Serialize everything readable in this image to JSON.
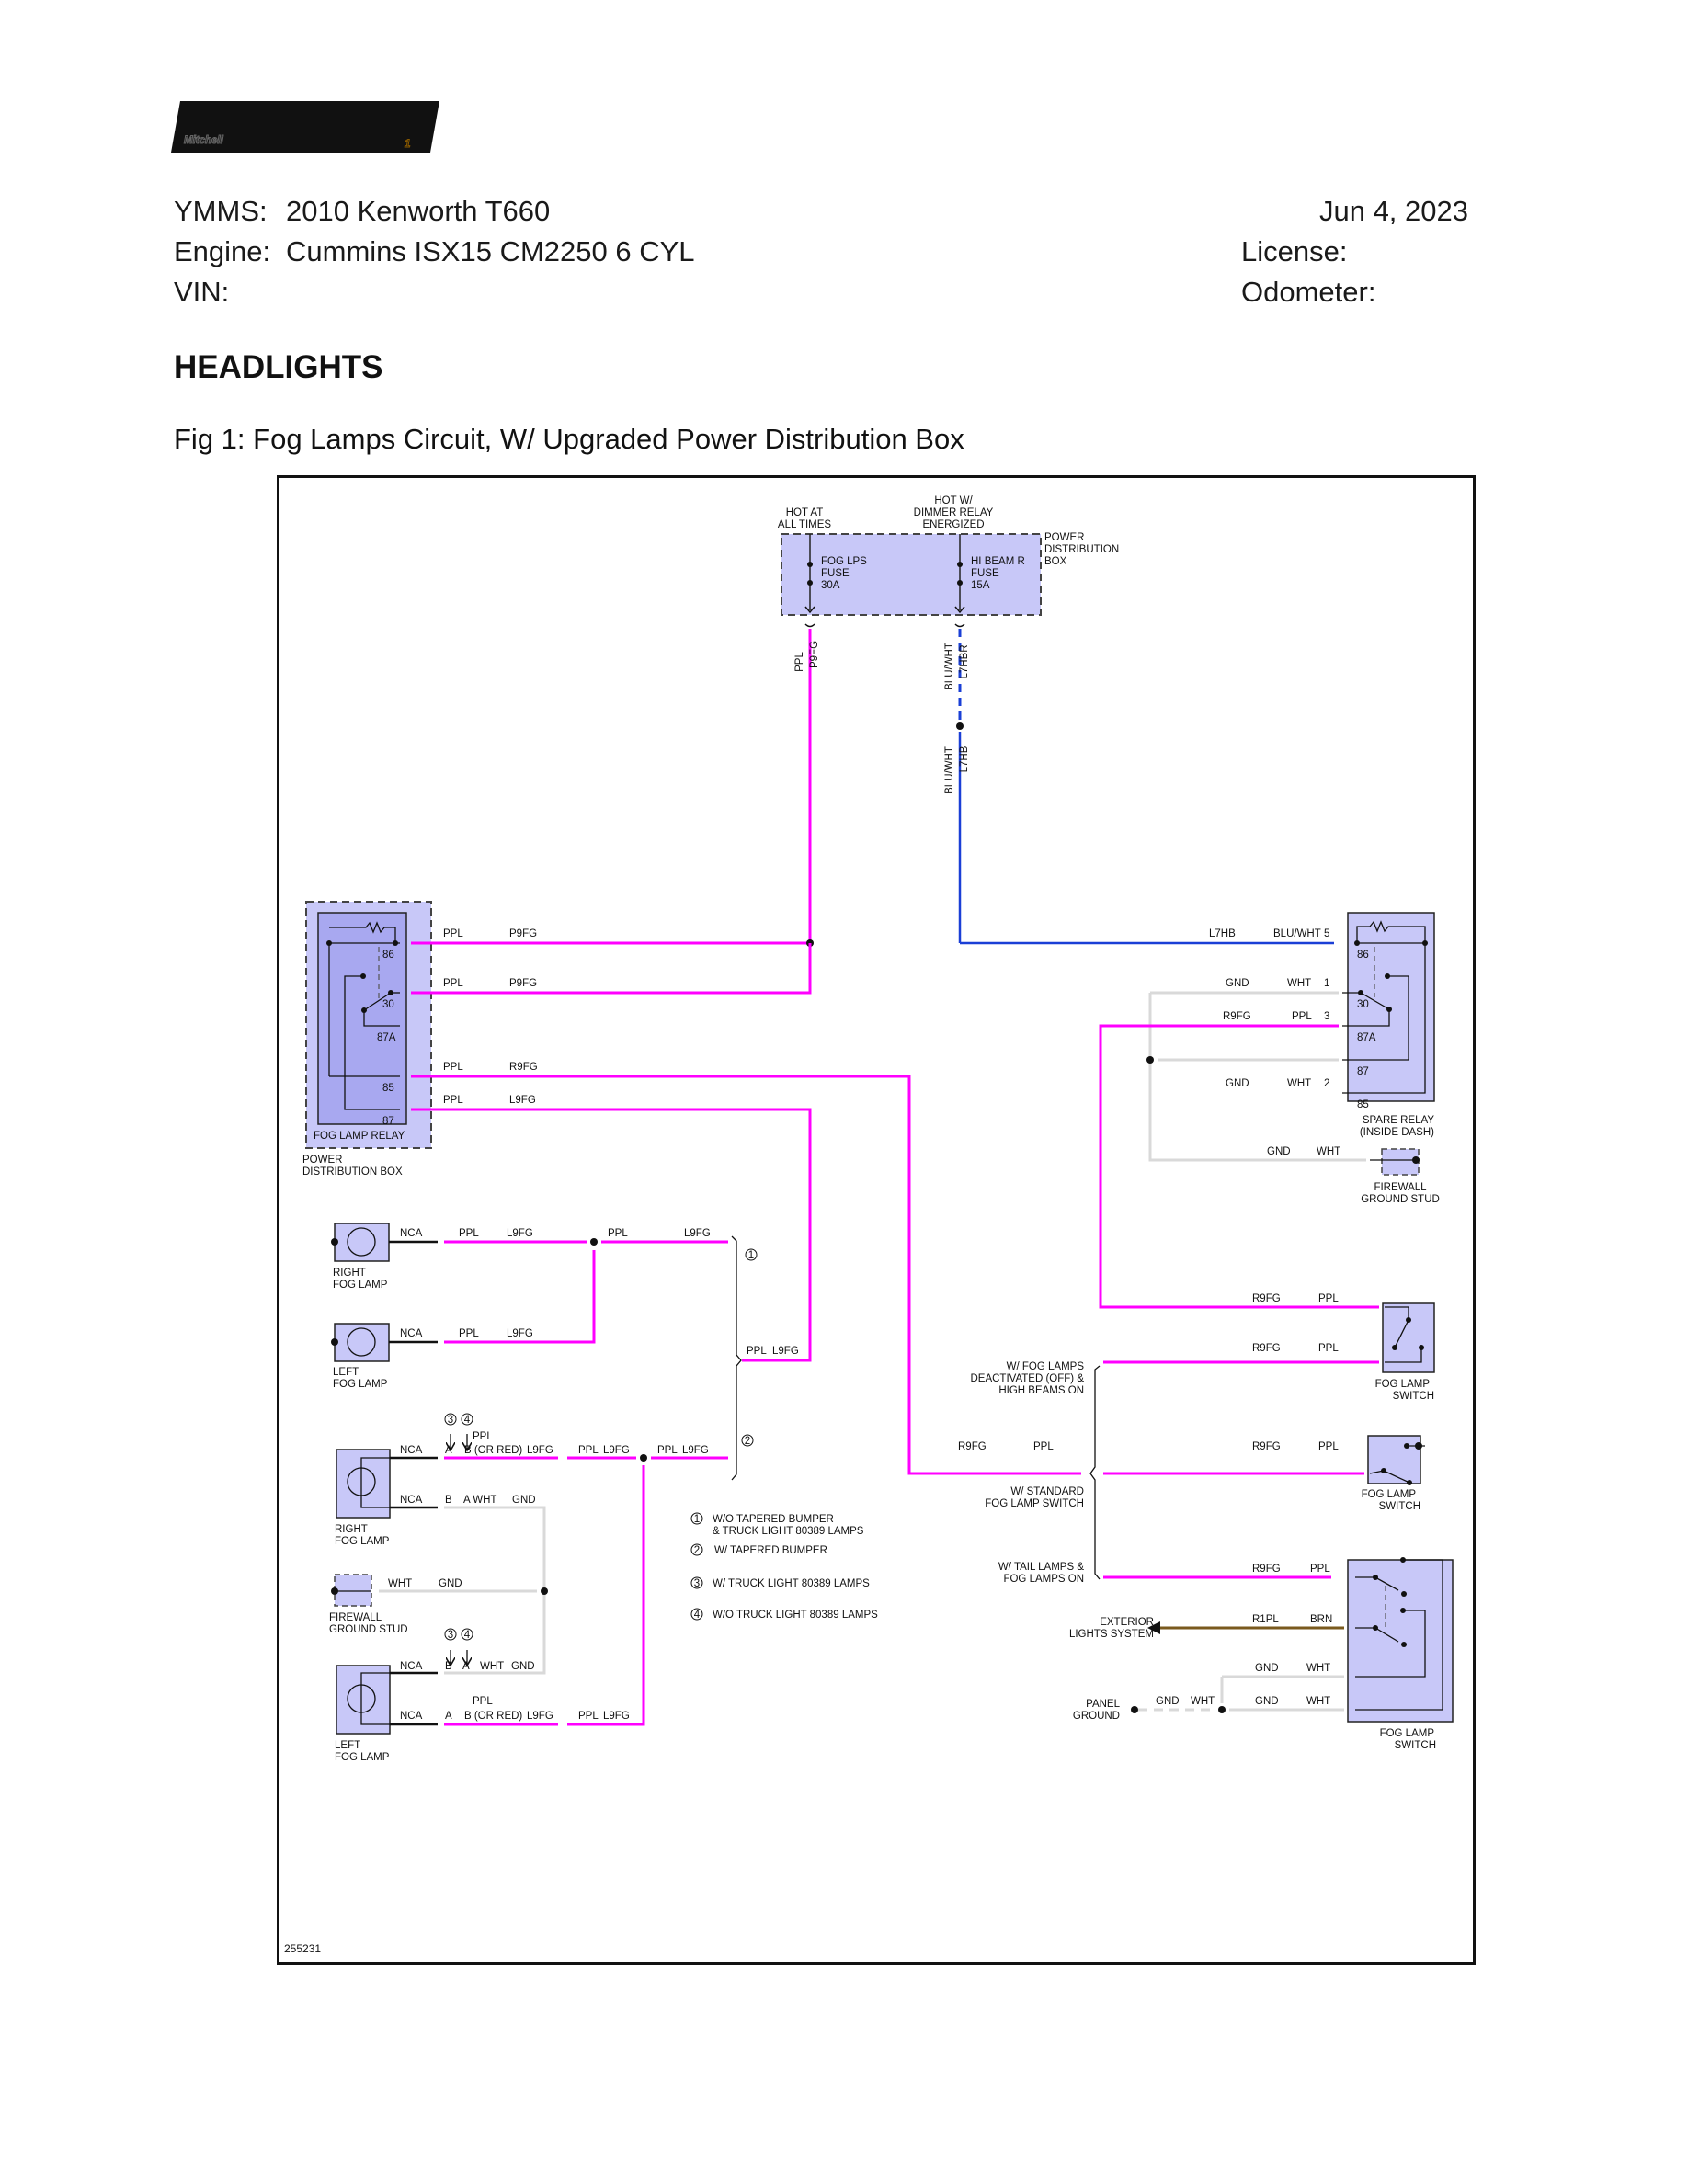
{
  "brand": {
    "logo_text": "Mitchell",
    "logo_mark": "1"
  },
  "header": {
    "ymms_label": "YMMS:",
    "ymms_value": "2010 Kenworth T660",
    "engine_label": "Engine:",
    "engine_value": "Cummins ISX15 CM2250 6 CYL",
    "vin_label": "VIN:",
    "vin_value": "",
    "date": "Jun 4, 2023",
    "license_label": "License:",
    "license_value": "",
    "odometer_label": "Odometer:",
    "odometer_value": ""
  },
  "section_title": "HEADLIGHTS",
  "figure": {
    "caption": "Fig 1: Fog Lamps Circuit, W/ Upgraded Power Distribution Box",
    "id": "255231"
  },
  "colors": {
    "ppl": "#ff00ff",
    "blu_wht": "#1a3fd6",
    "wht": "#d9d9d9",
    "brn": "#7a5a1e",
    "component_fill": "#c8c8f8",
    "relay_fill": "#a8a8f0"
  },
  "pdb": {
    "hot_at_all_times": [
      "HOT AT",
      "ALL TIMES"
    ],
    "hot_dimmer": [
      "HOT W/",
      "DIMMER RELAY",
      "ENERGIZED"
    ],
    "label": [
      "POWER",
      "DISTRIBUTION",
      "BOX"
    ],
    "fuse1": [
      "FOG LPS",
      "FUSE",
      "30A"
    ],
    "fuse2": [
      "HI BEAM R",
      "FUSE",
      "15A"
    ],
    "wire1": [
      "PPL",
      "P9FG"
    ],
    "wire2": [
      "BLU/WHT",
      "L7HBR"
    ],
    "wire3": [
      "BLU/WHT",
      "L7HB"
    ]
  },
  "fog_relay": {
    "title": "FOG LAMP RELAY",
    "box_label": [
      "POWER",
      "DISTRIBUTION BOX"
    ],
    "pins": [
      "86",
      "30",
      "87A",
      "85",
      "87"
    ],
    "wires": [
      {
        "color": "PPL",
        "circuit": "P9FG"
      },
      {
        "color": "PPL",
        "circuit": "P9FG"
      },
      {
        "color": "PPL",
        "circuit": "R9FG"
      },
      {
        "color": "PPL",
        "circuit": "L9FG"
      }
    ]
  },
  "spare_relay": {
    "title": [
      "SPARE RELAY",
      "(INSIDE DASH)"
    ],
    "pins": [
      "86",
      "30",
      "87A",
      "87",
      "85"
    ],
    "wires": [
      {
        "circuit": "L7HB",
        "color": "BLU/WHT",
        "pin": "5"
      },
      {
        "circuit": "GND",
        "color": "WHT",
        "pin": "1"
      },
      {
        "circuit": "R9FG",
        "color": "PPL",
        "pin": "3"
      },
      {
        "circuit": "GND",
        "color": "WHT",
        "pin": "2"
      }
    ],
    "ground": {
      "circuit": "GND",
      "color": "WHT",
      "label": [
        "FIREWALL",
        "GROUND STUD"
      ]
    }
  },
  "lamps_variant1": {
    "right_label": [
      "RIGHT",
      "FOG LAMP"
    ],
    "left_label": [
      "LEFT",
      "FOG LAMP"
    ],
    "nca": "NCA",
    "w1": [
      "PPL",
      "L9FG"
    ],
    "w2": [
      "PPL",
      "L9FG"
    ],
    "w3": [
      "PPL",
      "L9FG"
    ],
    "feed": [
      "PPL",
      "L9FG"
    ]
  },
  "lamps_variant2": {
    "right_label": [
      "RIGHT",
      "FOG LAMP"
    ],
    "left_label": [
      "LEFT",
      "FOG LAMP"
    ],
    "ground_label": [
      "FIREWALL",
      "GROUND STUD"
    ],
    "nca": "NCA",
    "r_top": [
      "A",
      "B (OR RED)",
      "L9FG",
      "PPL",
      "L9FG",
      "PPL",
      "L9FG"
    ],
    "ppl_above": "PPL",
    "r_bot": [
      "B",
      "A WHT",
      "GND"
    ],
    "gnd_wire": [
      "WHT",
      "GND"
    ],
    "l_top": [
      "B",
      "A",
      "WHT",
      "GND"
    ],
    "l_bot": [
      "A",
      "B (OR RED)",
      "L9FG",
      "PPL",
      "L9FG"
    ],
    "markers": [
      "3",
      "4"
    ]
  },
  "notes": [
    {
      "num": "1",
      "text": [
        "W/O TAPERED BUMPER",
        "& TRUCK LIGHT 80389 LAMPS"
      ]
    },
    {
      "num": "2",
      "text": [
        "W/ TAPERED BUMPER"
      ]
    },
    {
      "num": "3",
      "text": [
        "W/ TRUCK LIGHT 80389 LAMPS"
      ]
    },
    {
      "num": "4",
      "text": [
        "W/O TRUCK LIGHT 80389 LAMPS"
      ]
    }
  ],
  "switches": {
    "deactivated_label": [
      "W/ FOG LAMPS",
      "DEACTIVATED (OFF) &",
      "HIGH BEAMS ON"
    ],
    "standard_label": [
      "W/ STANDARD",
      "FOG LAMP SWITCH"
    ],
    "tail_label": [
      "W/ TAIL LAMPS &",
      "FOG LAMPS ON"
    ],
    "feed": [
      "R9FG",
      "PPL"
    ],
    "sw_label": [
      "FOG LAMP",
      "SWITCH"
    ],
    "wire": [
      "R9FG",
      "PPL"
    ],
    "exterior": [
      "EXTERIOR",
      "LIGHTS SYSTEM"
    ],
    "brn_wire": [
      "R1PL",
      "BRN"
    ],
    "gnd_wire": [
      "GND",
      "WHT"
    ],
    "panel_ground": [
      "PANEL",
      "GROUND"
    ]
  }
}
